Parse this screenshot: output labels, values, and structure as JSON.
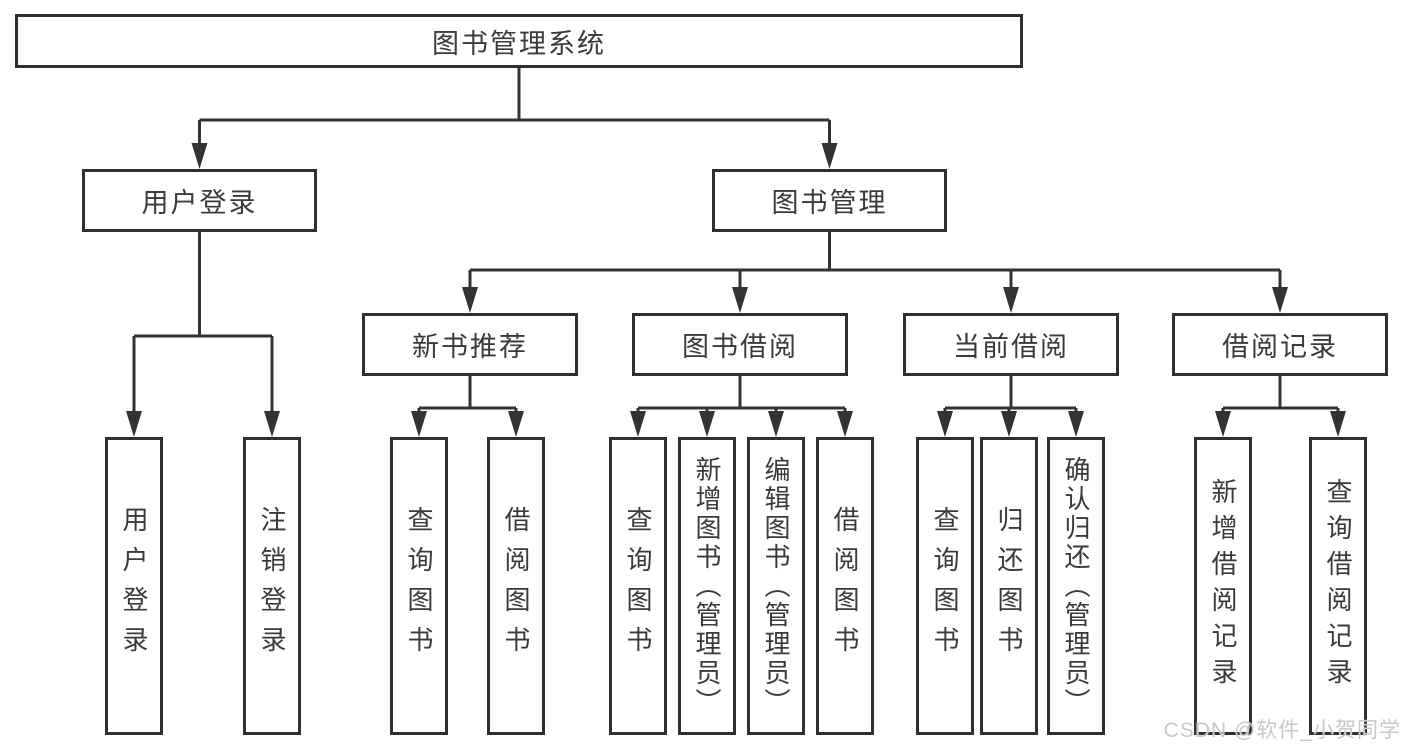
{
  "diagram": {
    "tree": {
      "label": "图书管理系统",
      "children": [
        {
          "label": "用户登录",
          "children": [
            {
              "label": "用户登录"
            },
            {
              "label": "注销登录"
            }
          ]
        },
        {
          "label": "图书管理",
          "children": [
            {
              "label": "新书推荐",
              "children": [
                {
                  "label": "查询图书"
                },
                {
                  "label": "借阅图书"
                }
              ]
            },
            {
              "label": "图书借阅",
              "children": [
                {
                  "label": "查询图书"
                },
                {
                  "label": "新增图书（管理员）"
                },
                {
                  "label": "编辑图书（管理员）"
                },
                {
                  "label": "借阅图书"
                }
              ]
            },
            {
              "label": "当前借阅",
              "children": [
                {
                  "label": "查询图书"
                },
                {
                  "label": "归还图书"
                },
                {
                  "label": "确认归还（管理员）"
                }
              ]
            },
            {
              "label": "借阅记录",
              "children": [
                {
                  "label": "新增借阅记录"
                },
                {
                  "label": "查询借阅记录"
                }
              ]
            }
          ]
        }
      ]
    },
    "colors": {
      "line": "#333333",
      "border": "#2f2f2f",
      "text": "#3a3a3a",
      "background": "#ffffff",
      "watermark_text_color": "#c8c8c8"
    }
  },
  "watermark": {
    "text": "CSDN @软件_小贺同学"
  }
}
